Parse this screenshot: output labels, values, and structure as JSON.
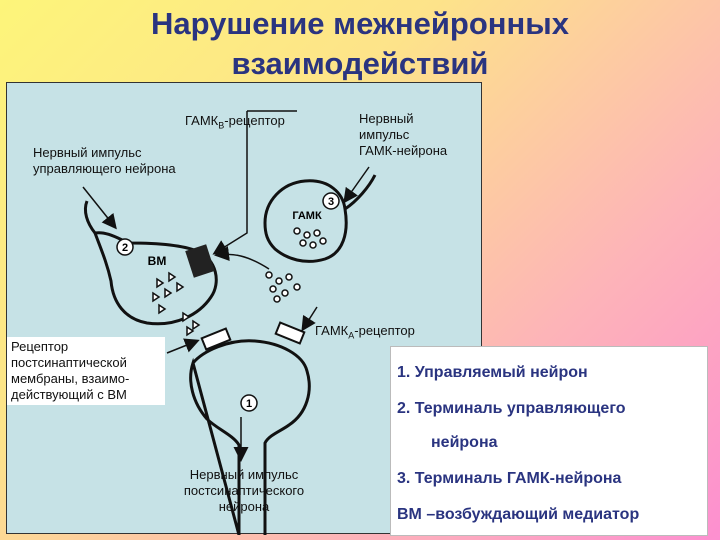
{
  "title": {
    "line1": "Нарушение межнейронных",
    "line2": "взаимодействий"
  },
  "diagram": {
    "gabab_receptor": "ГАМКB-рецептор",
    "gabab_prefix": "ГАМК",
    "gabab_sub": "B",
    "gabab_suffix": "-рецептор",
    "gabaa_prefix": "ГАМК",
    "gabaa_sub": "A",
    "gabaa_suffix": "-рецептор",
    "impulse_control": "Нервный импульс\nуправляющего нейрона",
    "impulse_gaba": "Нервный\nимпульс\nГАМК-нейрона",
    "receptor_post": "Рецептор\nпостсинаптической\nмембраны, взаимо-\nдействующий с ВМ",
    "impulse_post": "Нервный импульс\nпостсинаптического\nнейрона",
    "terminal_gaba_text": "ГАМК",
    "terminal_vm_text": "ВМ",
    "num1": "1",
    "num2": "2",
    "num3": "3"
  },
  "legend": {
    "item1": "1. Управляемый нейрон",
    "item2a": "2. Терминаль управляющего",
    "item2b": "нейрона",
    "item3": "3. Терминаль ГАМК-нейрона",
    "item4": "ВМ –возбуждающий медиатор"
  },
  "colors": {
    "title": "#2a3480",
    "diagram_bg": "#c6e2e6"
  }
}
